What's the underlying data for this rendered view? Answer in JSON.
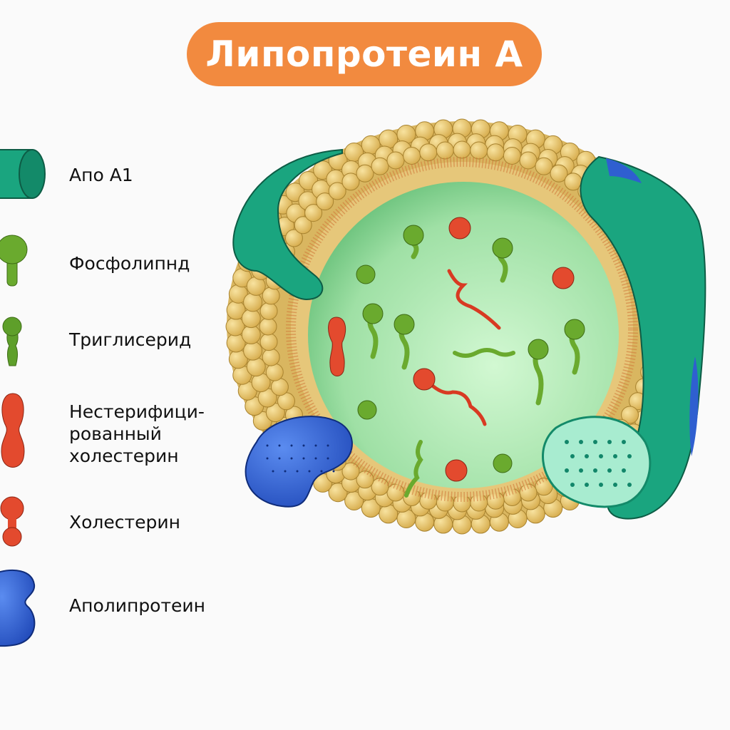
{
  "title": "Липопротеин А",
  "legend": [
    {
      "label": "Апо А1",
      "icon": "apo-a1-cylinder-icon",
      "color": "#1aa57f"
    },
    {
      "label": "Фосфолипнд",
      "icon": "phospholipid-icon",
      "color": "#6aaa2e"
    },
    {
      "label": "Триглисерид",
      "icon": "triglyceride-icon",
      "color": "#5e9f2a"
    },
    {
      "label": "Нестерифици-\nрованный\nхолестерин",
      "icon": "unesterified-cholesterol-icon",
      "color": "#e34a2e"
    },
    {
      "label": "Холестерин",
      "icon": "cholesterol-icon",
      "color": "#e34a2e"
    },
    {
      "label": "Аполипротеин",
      "icon": "apolipoprotein-icon",
      "color": "#2f5fd0"
    }
  ],
  "colors": {
    "bead": "#e9c56a",
    "core": "#bdf0c4",
    "apoA1": "#1aa57f",
    "apolipoprotein": "#2f5fd0",
    "cholesterol": "#e34a2e",
    "lipid": "#6aaa2e"
  }
}
